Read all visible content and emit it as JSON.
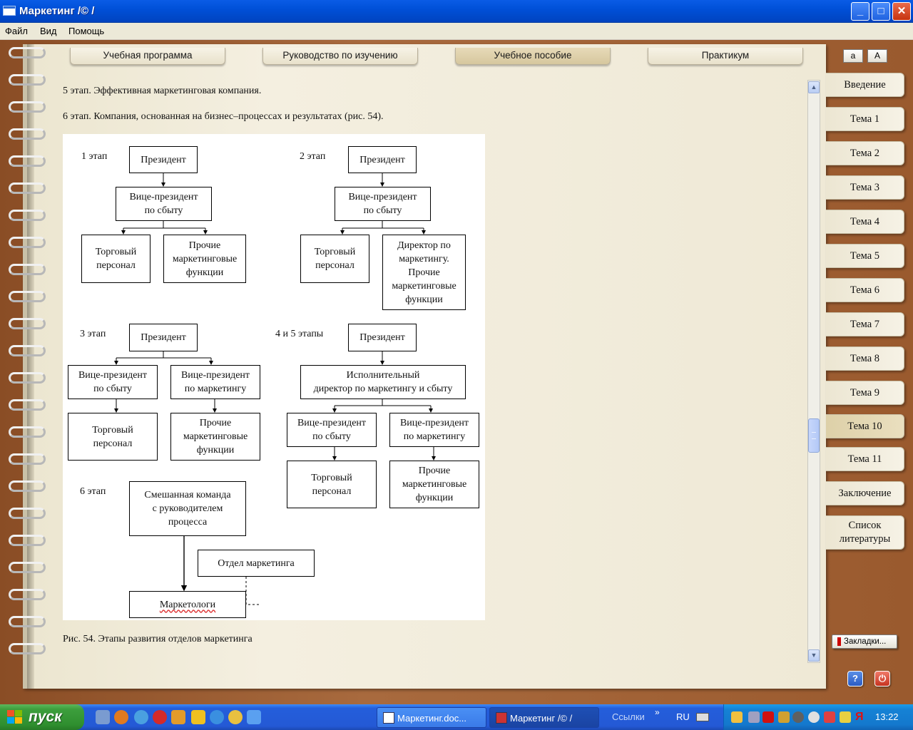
{
  "window": {
    "title": "Маркетинг /© /",
    "minimize": "_",
    "maximize": "□",
    "close": "✕"
  },
  "menu": [
    "Файл",
    "Вид",
    "Помощь"
  ],
  "tabs": [
    {
      "label": "Учебная программа",
      "active": false
    },
    {
      "label": "Руководство по изучению",
      "active": false
    },
    {
      "label": "Учебное пособие",
      "active": true
    },
    {
      "label": "Практикум",
      "active": false
    }
  ],
  "font_buttons": {
    "small": "a",
    "large": "A"
  },
  "content": {
    "para1": "5 этап. Эффективная маркетинговая компания.",
    "para2": "6 этап. Компания, основанная на бизнес–процессах и результатах (рис. 54).",
    "caption": "Рис. 54. Этапы развития отделов маркетинга"
  },
  "figure": {
    "stage1": {
      "label": "1 этап",
      "president": "Президент",
      "vp": "Вице-президент\nпо сбыту",
      "sales": "Торговый\nперсонал",
      "other": "Прочие\nмаркетинговые\nфункции"
    },
    "stage2": {
      "label": "2 этап",
      "president": "Президент",
      "vp": "Вице-президент\nпо сбыту",
      "sales": "Торговый\nперсонал",
      "director": "Директор по\nмаркетингу.\nПрочие\nмаркетинговые\nфункции"
    },
    "stage3": {
      "label": "3 этап",
      "president": "Президент",
      "vp_sales": "Вице-президент\nпо сбыту",
      "vp_marketing": "Вице-президент\nпо маркетингу",
      "sales": "Торговый\nперсонал",
      "other": "Прочие\nмаркетинговые\nфункции"
    },
    "stage45": {
      "label": "4 и 5 этапы",
      "president": "Президент",
      "exec": "Исполнительный\nдиректор по маркетингу и сбыту",
      "vp_sales": "Вице-президент\nпо сбыту",
      "vp_marketing": "Вице-президент\nпо маркетингу",
      "sales": "Торговый\nперсонал",
      "other": "Прочие\nмаркетинговые\nфункции"
    },
    "stage6": {
      "label": "6 этап",
      "team": "Смешанная команда\nс руководителем\nпроцесса",
      "dept": "Отдел маркетинга",
      "marketers": "Маркетологи"
    }
  },
  "sidebar": [
    {
      "label": "Введение",
      "active": false
    },
    {
      "label": "Тема 1",
      "active": false
    },
    {
      "label": "Тема 2",
      "active": false
    },
    {
      "label": "Тема 3",
      "active": false
    },
    {
      "label": "Тема 4",
      "active": false
    },
    {
      "label": "Тема 5",
      "active": false
    },
    {
      "label": "Тема 6",
      "active": false
    },
    {
      "label": "Тема 7",
      "active": false
    },
    {
      "label": "Тема 8",
      "active": false
    },
    {
      "label": "Тема 9",
      "active": false
    },
    {
      "label": "Тема 10",
      "active": true
    },
    {
      "label": "Тема 11",
      "active": false
    },
    {
      "label": "Заключение",
      "active": false
    },
    {
      "label": "Список\nлитературы",
      "active": false
    }
  ],
  "bookmarks_label": "Закладки...",
  "help_icon": "?",
  "exit_icon": "⏻",
  "taskbar": {
    "start_label": "пуск",
    "buttons": [
      {
        "label": "Маркетинг.doc..."
      },
      {
        "label": "Маркетинг /© /"
      }
    ],
    "links_label": "Ссылки",
    "links_arrows": "»",
    "language": "RU",
    "clock": "13:22"
  },
  "colors": {
    "titlebar": "#0050d8",
    "binder": "#9b5a2f",
    "page": "#f2ecdc",
    "taskbar": "#245edb",
    "start": "#3c9e3c"
  }
}
